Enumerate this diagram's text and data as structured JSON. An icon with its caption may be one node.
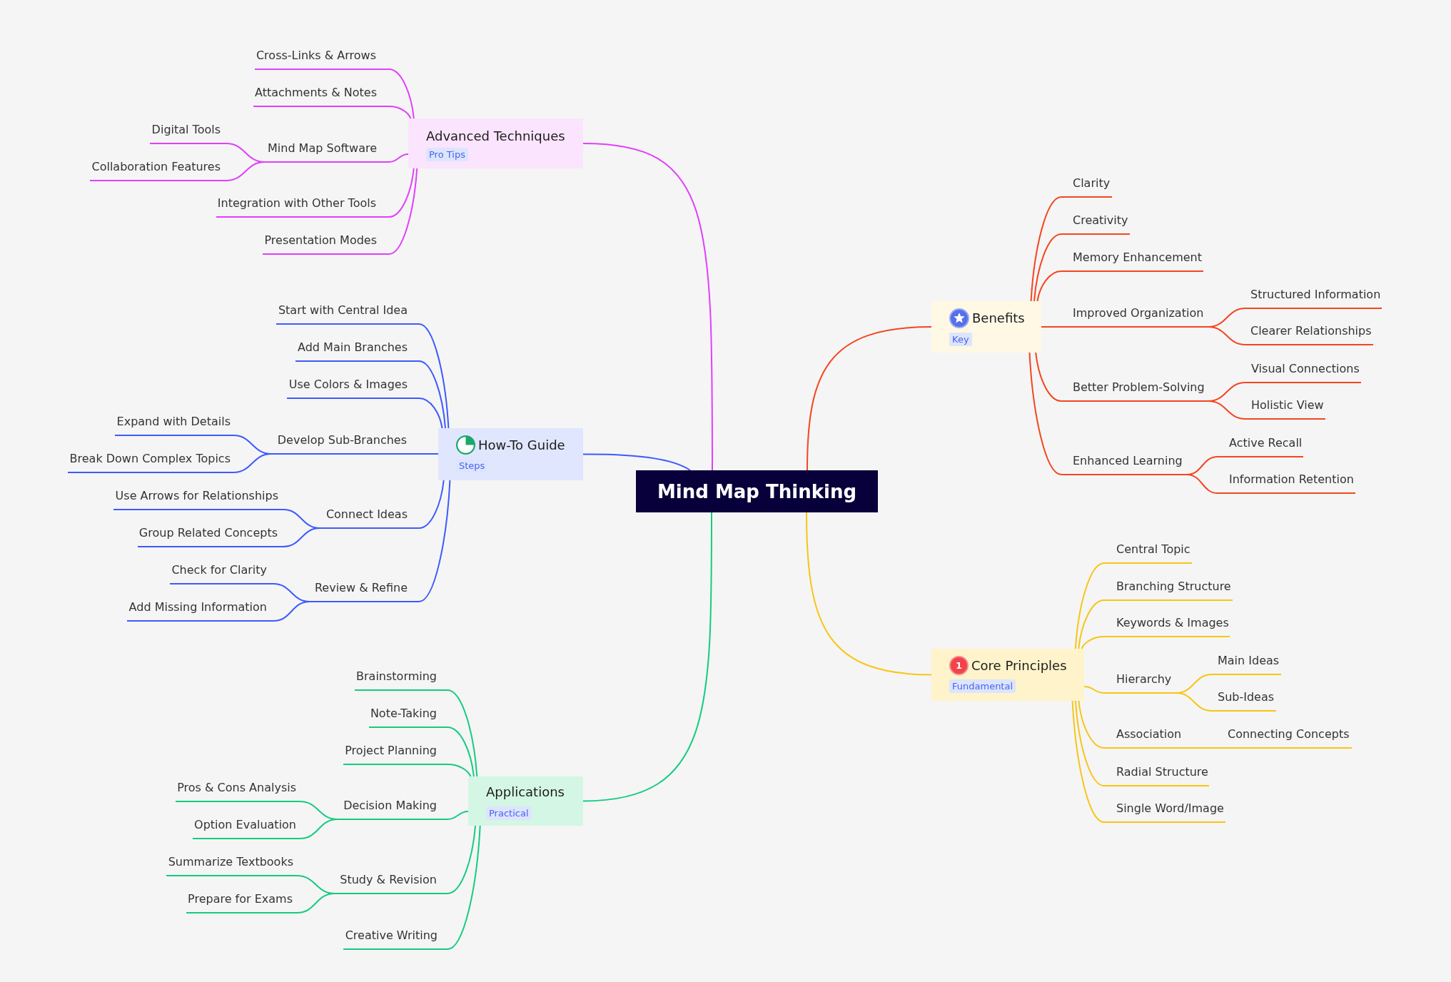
{
  "diagram": {
    "nodes": [
      {
        "text": [
          "Mind Map Thinking"
        ]
      },
      {
        "text": [
          "Advanced Techniques",
          "Pro Tips"
        ]
      },
      {
        "text": [
          "Cross-Links & Arrows"
        ]
      },
      {
        "text": [
          "Attachments & Notes"
        ]
      },
      {
        "text": [
          "Mind Map Software"
        ]
      },
      {
        "text": [
          "Digital Tools"
        ]
      },
      {
        "text": [
          "Collaboration Features"
        ]
      },
      {
        "text": [
          "Integration with Other Tools"
        ]
      },
      {
        "text": [
          "Presentation Modes"
        ]
      },
      {
        "text": [
          "How-To Guide",
          "Steps"
        ]
      },
      {
        "text": [
          "Start with Central Idea"
        ]
      },
      {
        "text": [
          "Add Main Branches"
        ]
      },
      {
        "text": [
          "Use Colors & Images"
        ]
      },
      {
        "text": [
          "Develop Sub-Branches"
        ]
      },
      {
        "text": [
          "Expand with Details"
        ]
      },
      {
        "text": [
          "Break Down Complex Topics"
        ]
      },
      {
        "text": [
          "Connect Ideas"
        ]
      },
      {
        "text": [
          "Use Arrows for Relationships"
        ]
      },
      {
        "text": [
          "Group Related Concepts"
        ]
      },
      {
        "text": [
          "Review & Refine"
        ]
      },
      {
        "text": [
          "Check for Clarity"
        ]
      },
      {
        "text": [
          "Add Missing Information"
        ]
      },
      {
        "text": [
          "Applications",
          "Practical"
        ]
      },
      {
        "text": [
          "Brainstorming"
        ]
      },
      {
        "text": [
          "Note-Taking"
        ]
      },
      {
        "text": [
          "Project Planning"
        ]
      },
      {
        "text": [
          "Decision Making"
        ]
      },
      {
        "text": [
          "Pros & Cons Analysis"
        ]
      },
      {
        "text": [
          "Option Evaluation"
        ]
      },
      {
        "text": [
          "Study & Revision"
        ]
      },
      {
        "text": [
          "Summarize Textbooks"
        ]
      },
      {
        "text": [
          "Prepare for Exams"
        ]
      },
      {
        "text": [
          "Creative Writing"
        ]
      },
      {
        "text": [
          "Benefits",
          "Key"
        ]
      },
      {
        "text": [
          "Clarity"
        ]
      },
      {
        "text": [
          "Creativity"
        ]
      },
      {
        "text": [
          "Memory Enhancement"
        ]
      },
      {
        "text": [
          "Improved Organization"
        ]
      },
      {
        "text": [
          "Structured Information"
        ]
      },
      {
        "text": [
          "Clearer Relationships"
        ]
      },
      {
        "text": [
          "Better Problem-Solving"
        ]
      },
      {
        "text": [
          "Visual Connections"
        ]
      },
      {
        "text": [
          "Holistic View"
        ]
      },
      {
        "text": [
          "Enhanced Learning"
        ]
      },
      {
        "text": [
          "Active Recall"
        ]
      },
      {
        "text": [
          "Information Retention"
        ]
      },
      {
        "text": [
          "1",
          "Core Principles",
          "Fundamental"
        ]
      },
      {
        "text": [
          "Central Topic"
        ]
      },
      {
        "text": [
          "Branching Structure"
        ]
      },
      {
        "text": [
          "Keywords & Images"
        ]
      },
      {
        "text": [
          "Hierarchy"
        ]
      },
      {
        "text": [
          "Main Ideas"
        ]
      },
      {
        "text": [
          "Sub-Ideas"
        ]
      },
      {
        "text": [
          "Association"
        ]
      },
      {
        "text": [
          "Connecting Concepts"
        ]
      },
      {
        "text": [
          "Radial Structure"
        ]
      },
      {
        "text": [
          "Single Word/Image"
        ]
      }
    ],
    "edges": [
      {
        "from": 0,
        "to": 1,
        "arrow": "none",
        "color": "#e040fb"
      },
      {
        "from": 1,
        "to": 2,
        "arrow": "none",
        "color": "#e040fb"
      },
      {
        "from": 1,
        "to": 3,
        "arrow": "none",
        "color": "#e040fb"
      },
      {
        "from": 1,
        "to": 4,
        "arrow": "none",
        "color": "#e040fb"
      },
      {
        "from": 4,
        "to": 5,
        "arrow": "none",
        "color": "#e040fb"
      },
      {
        "from": 4,
        "to": 6,
        "arrow": "none",
        "color": "#e040fb"
      },
      {
        "from": 1,
        "to": 7,
        "arrow": "none",
        "color": "#e040fb"
      },
      {
        "from": 1,
        "to": 8,
        "arrow": "none",
        "color": "#e040fb"
      },
      {
        "from": 0,
        "to": 9,
        "arrow": "none",
        "color": "#3d5afe"
      },
      {
        "from": 9,
        "to": 10,
        "arrow": "none",
        "color": "#3d5afe"
      },
      {
        "from": 9,
        "to": 11,
        "arrow": "none",
        "color": "#3d5afe"
      },
      {
        "from": 9,
        "to": 12,
        "arrow": "none",
        "color": "#3d5afe"
      },
      {
        "from": 9,
        "to": 13,
        "arrow": "none",
        "color": "#3d5afe"
      },
      {
        "from": 13,
        "to": 14,
        "arrow": "none",
        "color": "#3d5afe"
      },
      {
        "from": 13,
        "to": 15,
        "arrow": "none",
        "color": "#3d5afe"
      },
      {
        "from": 9,
        "to": 16,
        "arrow": "none",
        "color": "#3d5afe"
      },
      {
        "from": 16,
        "to": 17,
        "arrow": "none",
        "color": "#3d5afe"
      },
      {
        "from": 16,
        "to": 18,
        "arrow": "none",
        "color": "#3d5afe"
      },
      {
        "from": 9,
        "to": 19,
        "arrow": "none",
        "color": "#3d5afe"
      },
      {
        "from": 19,
        "to": 20,
        "arrow": "none",
        "color": "#3d5afe"
      },
      {
        "from": 19,
        "to": 21,
        "arrow": "none",
        "color": "#3d5afe"
      },
      {
        "from": 0,
        "to": 22,
        "arrow": "none",
        "color": "#14cc80"
      },
      {
        "from": 22,
        "to": 23,
        "arrow": "none",
        "color": "#14cc80"
      },
      {
        "from": 22,
        "to": 24,
        "arrow": "none",
        "color": "#14cc80"
      },
      {
        "from": 22,
        "to": 25,
        "arrow": "none",
        "color": "#14cc80"
      },
      {
        "from": 22,
        "to": 26,
        "arrow": "none",
        "color": "#14cc80"
      },
      {
        "from": 26,
        "to": 27,
        "arrow": "none",
        "color": "#14cc80"
      },
      {
        "from": 26,
        "to": 28,
        "arrow": "none",
        "color": "#14cc80"
      },
      {
        "from": 22,
        "to": 29,
        "arrow": "none",
        "color": "#14cc80"
      },
      {
        "from": 29,
        "to": 30,
        "arrow": "none",
        "color": "#14cc80"
      },
      {
        "from": 29,
        "to": 31,
        "arrow": "none",
        "color": "#14cc80"
      },
      {
        "from": 22,
        "to": 32,
        "arrow": "none",
        "color": "#14cc80"
      },
      {
        "from": 0,
        "to": 33,
        "arrow": "none",
        "color": "#f4461f"
      },
      {
        "from": 33,
        "to": 34,
        "arrow": "none",
        "color": "#f4461f"
      },
      {
        "from": 33,
        "to": 35,
        "arrow": "none",
        "color": "#f4461f"
      },
      {
        "from": 33,
        "to": 36,
        "arrow": "none",
        "color": "#f4461f"
      },
      {
        "from": 33,
        "to": 37,
        "arrow": "none",
        "color": "#f4461f"
      },
      {
        "from": 37,
        "to": 38,
        "arrow": "none",
        "color": "#f4461f"
      },
      {
        "from": 37,
        "to": 39,
        "arrow": "none",
        "color": "#f4461f"
      },
      {
        "from": 33,
        "to": 40,
        "arrow": "none",
        "color": "#f4461f"
      },
      {
        "from": 40,
        "to": 41,
        "arrow": "none",
        "color": "#f4461f"
      },
      {
        "from": 40,
        "to": 42,
        "arrow": "none",
        "color": "#f4461f"
      },
      {
        "from": 33,
        "to": 43,
        "arrow": "none",
        "color": "#f4461f"
      },
      {
        "from": 43,
        "to": 44,
        "arrow": "none",
        "color": "#f4461f"
      },
      {
        "from": 43,
        "to": 45,
        "arrow": "none",
        "color": "#f4461f"
      },
      {
        "from": 0,
        "to": 46,
        "arrow": "none",
        "color": "#f8c513"
      },
      {
        "from": 46,
        "to": 47,
        "arrow": "none",
        "color": "#f8c513"
      },
      {
        "from": 46,
        "to": 48,
        "arrow": "none",
        "color": "#f8c513"
      },
      {
        "from": 46,
        "to": 49,
        "arrow": "none",
        "color": "#f8c513"
      },
      {
        "from": 46,
        "to": 50,
        "arrow": "none",
        "color": "#f8c513"
      },
      {
        "from": 50,
        "to": 51,
        "arrow": "none",
        "color": "#f8c513"
      },
      {
        "from": 50,
        "to": 52,
        "arrow": "none",
        "color": "#f8c513"
      },
      {
        "from": 46,
        "to": 53,
        "arrow": "none",
        "color": "#f8c513"
      },
      {
        "from": 53,
        "to": 54,
        "arrow": "none",
        "color": "#f8c513"
      },
      {
        "from": 46,
        "to": 55,
        "arrow": "none",
        "color": "#f8c513"
      },
      {
        "from": 46,
        "to": 56,
        "arrow": "none",
        "color": "#f8c513"
      }
    ]
  }
}
